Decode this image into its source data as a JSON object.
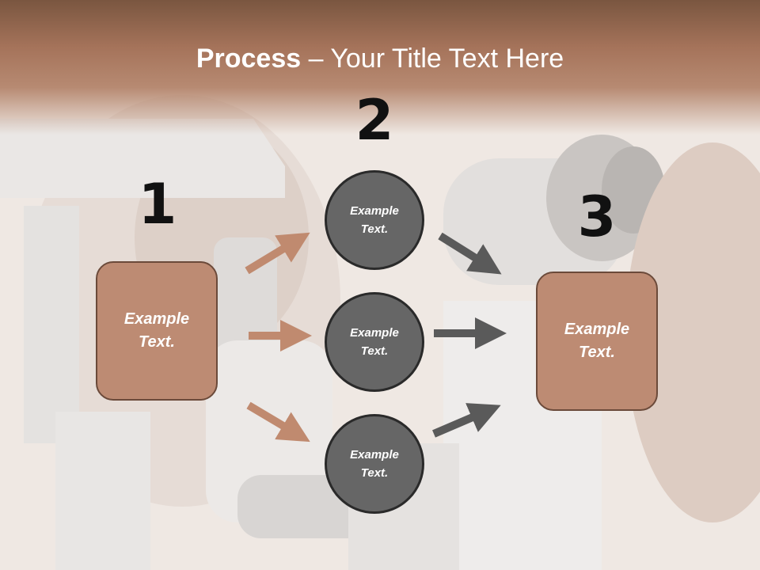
{
  "title": {
    "bold": "Process",
    "rest": " – Your Title Text Here"
  },
  "steps": {
    "one": "1",
    "two": "2",
    "three": "3"
  },
  "boxes": {
    "left": "Example Text.",
    "right": "Example Text."
  },
  "circles": {
    "top": "Example Text.",
    "middle": "Example Text.",
    "bottom": "Example Text."
  },
  "colors": {
    "box_fill": "#bd8b73",
    "circle_fill": "#666666",
    "arrow_brown": "#c08a6f",
    "arrow_gray": "#5a5a5a",
    "header": "#a5735a"
  }
}
